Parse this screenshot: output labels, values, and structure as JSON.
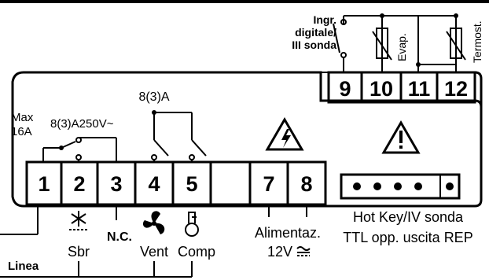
{
  "header_bar": "",
  "top_terminals": [
    "9",
    "10",
    "11",
    "12"
  ],
  "bottom_terminals": [
    "1",
    "2",
    "3",
    "4",
    "5",
    "",
    "7",
    "8"
  ],
  "labels": {
    "digital_input": [
      "Ingr.",
      "digitale/",
      "III sonda"
    ],
    "evap": "Evap.",
    "thermostat": "Termost.",
    "relay_rating": "8(3)A",
    "max_current": [
      "Max",
      "16A"
    ],
    "main_relay_rating": "8(3)A250V~",
    "line": "Linea",
    "defrost": "Sbr",
    "normally_closed": "N.C.",
    "fan": "Vent",
    "compressor": "Comp",
    "power_supply": "Alimentaz.",
    "supply_voltage": "12V",
    "hotkey_line1": "Hot Key/IV sonda",
    "hotkey_line2": "TTL opp. uscita REP"
  },
  "icons": {
    "defrost": "snowflake-icon",
    "fan": "fan-icon",
    "compressor": "compressor-icon",
    "warning_electric": "lightning-warning-icon",
    "warning_general": "exclamation-warning-icon",
    "ac_dc": "ac-dc-icon"
  },
  "colors": {
    "line": "#000000",
    "background": "#ffffff"
  }
}
